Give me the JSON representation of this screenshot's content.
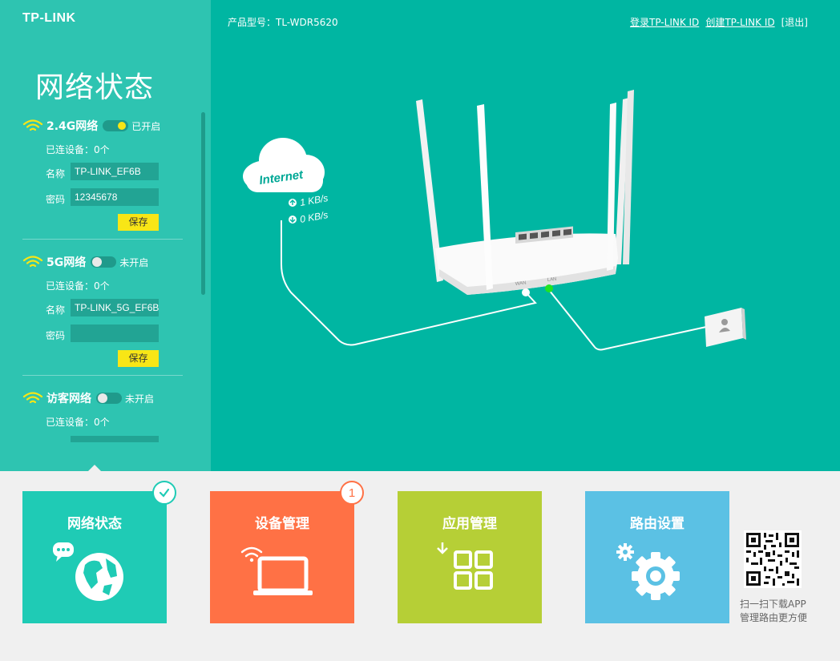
{
  "brand": {
    "logo": "TP-LINK"
  },
  "header": {
    "model_text": "产品型号：TL-WDR5620",
    "login_link": "登录TP-LINK ID",
    "create_link": "创建TP-LINK ID",
    "logout": "[退出]"
  },
  "sidebar": {
    "title": "网络状态",
    "sections": [
      {
        "name": "2.4G网络",
        "enabled": true,
        "state": "已开启",
        "devices": "已连设备：0个",
        "name_label": "名称",
        "ssid": "TP-LINK_EF6B",
        "pwd_label": "密码",
        "password": "12345678",
        "save": "保存"
      },
      {
        "name": "5G网络",
        "enabled": false,
        "state": "未开启",
        "devices": "已连设备：0个",
        "name_label": "名称",
        "ssid": "TP-LINK_5G_EF6B",
        "pwd_label": "密码",
        "password": "",
        "save": "保存"
      },
      {
        "name": "访客网络",
        "enabled": false,
        "state": "未开启",
        "devices": "已连设备：0个"
      }
    ]
  },
  "diagram": {
    "cloud_label": "Internet",
    "upload_speed": "1 KB/s",
    "download_speed": "0 KB/s",
    "wan_label": "WAN",
    "lan_label": "LAN"
  },
  "tiles": [
    {
      "title": "网络状态",
      "color": "#1fcbb5",
      "badge": "check"
    },
    {
      "title": "设备管理",
      "color": "#ff7145",
      "badge": "1"
    },
    {
      "title": "应用管理",
      "color": "#b6cf36"
    },
    {
      "title": "路由设置",
      "color": "#5bc1e4"
    }
  ],
  "app": {
    "line1": "扫一扫下载APP",
    "line2": "管理路由更方便"
  },
  "colors": {
    "main_bg": "#00b6a2",
    "sidebar_bg": "#2ec4b1",
    "accent_yellow": "#f8e616",
    "bottom_bg": "#f0f0f0"
  }
}
